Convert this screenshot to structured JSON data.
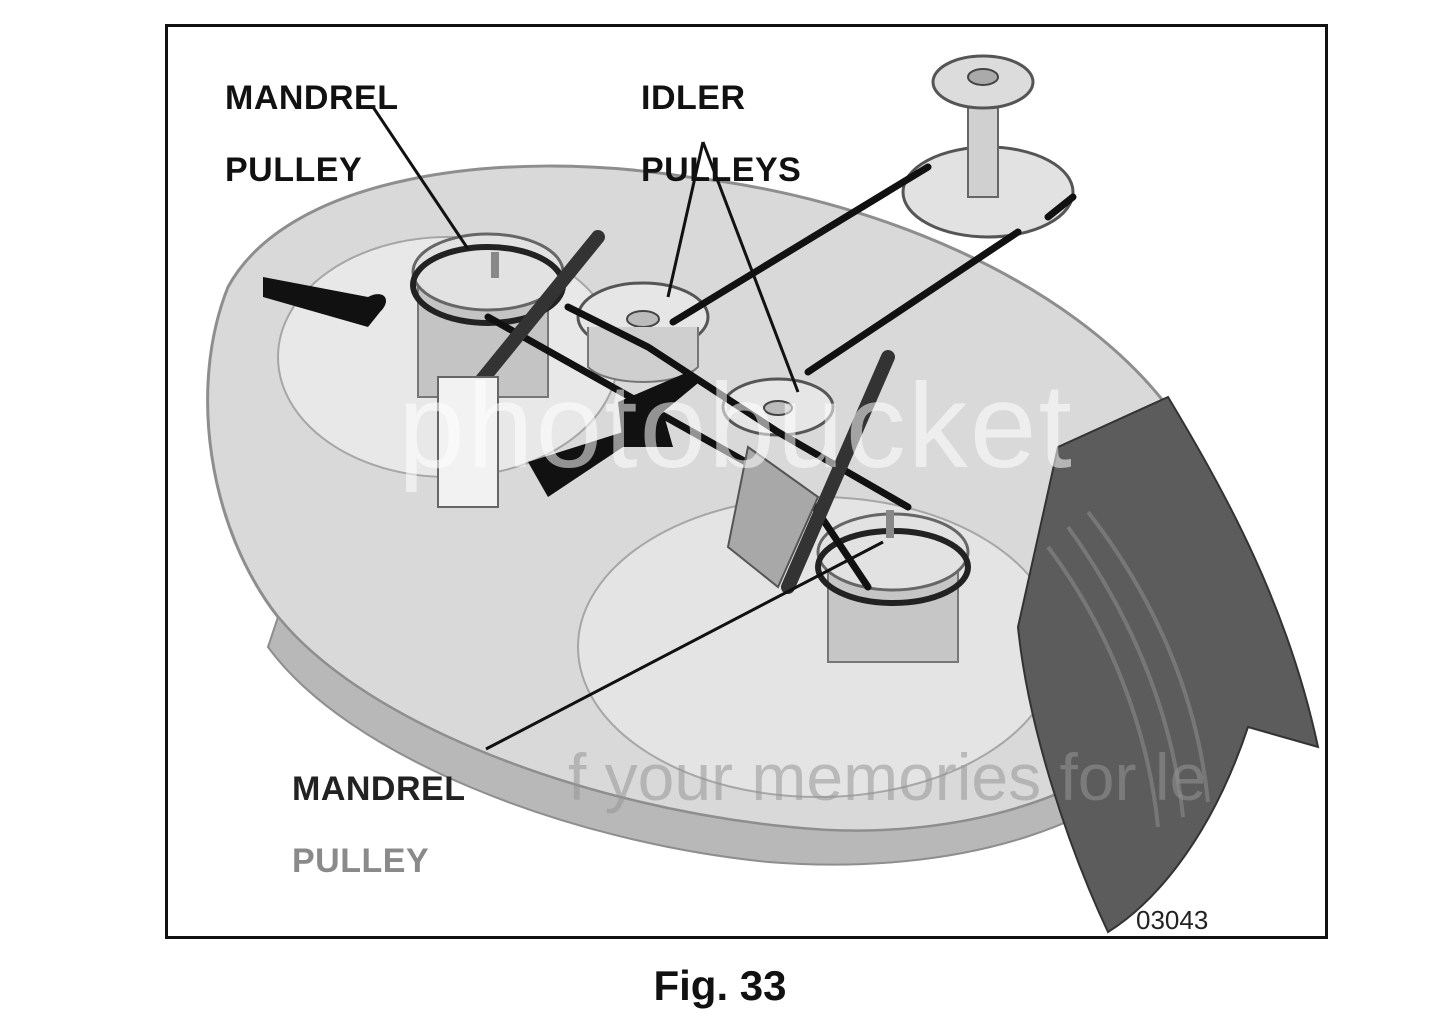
{
  "labels": {
    "mandrel_top": [
      "MANDREL",
      "PULLEY"
    ],
    "idler": [
      "IDLER",
      "PULLEYS"
    ],
    "mandrel_bottom": [
      "MANDREL",
      "PULLEY"
    ]
  },
  "part_number": "03043",
  "caption": "Fig. 33",
  "watermark": {
    "brand": "photobucket",
    "tagline": "f your memories for le"
  },
  "colors": {
    "deck": "#d6d6d6",
    "deck_shadow": "#9c9c9c",
    "belt": "#111111",
    "chute": "#5a5a5a"
  }
}
